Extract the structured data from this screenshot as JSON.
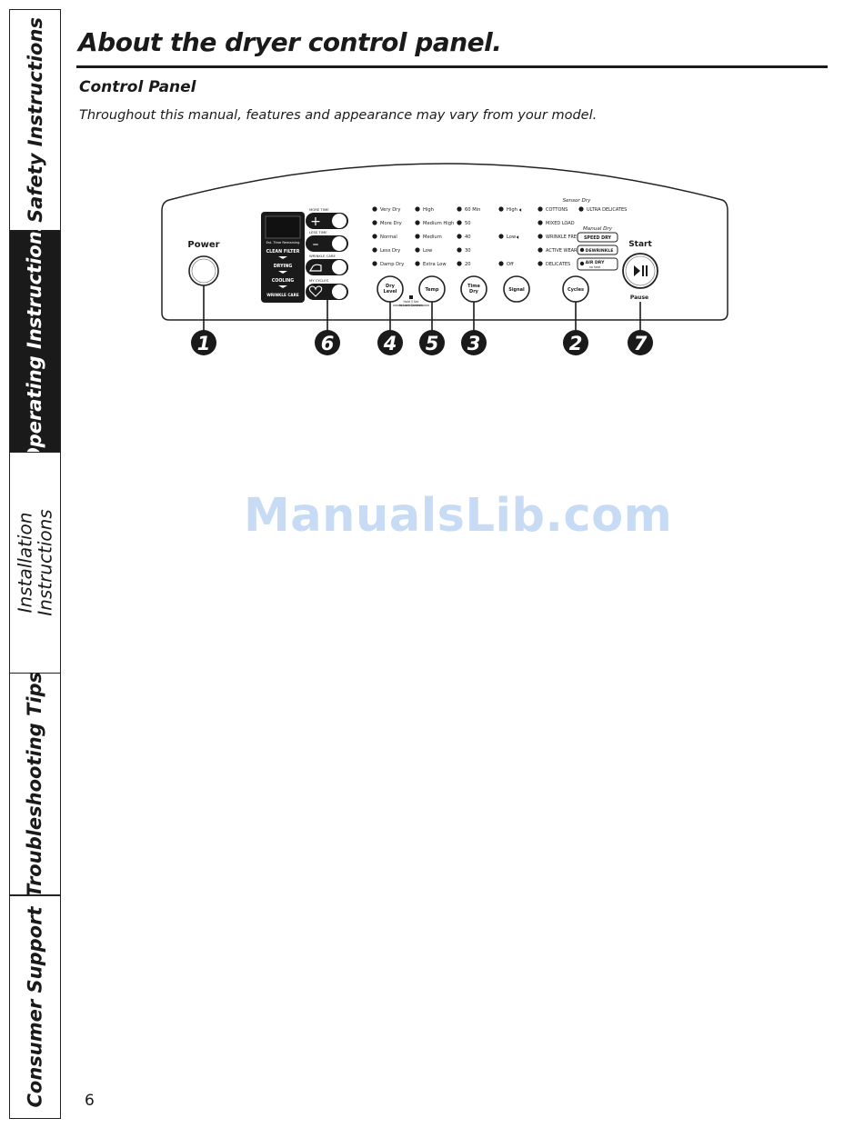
{
  "sidebar": {
    "tabs": [
      {
        "label": "Safety Instructions"
      },
      {
        "label": "Operating Instructions"
      },
      {
        "label_line1": "Installation",
        "label_line2": "Instructions"
      },
      {
        "label": "Troubleshooting Tips"
      },
      {
        "label": "Consumer Support"
      }
    ]
  },
  "page": {
    "title": "About the dryer control panel.",
    "section_title": "Control Panel",
    "note": "Throughout this manual, features and appearance may vary from your model.",
    "page_number": "6",
    "watermark": "ManualsLib.com"
  },
  "panel": {
    "power_label": "Power",
    "display": {
      "readout": "Est. Time Remaining",
      "states": [
        "CLEAN FILTER",
        "DRYING",
        "COOLING",
        "WRINKLE CARE"
      ]
    },
    "side_buttons": [
      {
        "label": "MORE TIME",
        "symbol": "+"
      },
      {
        "label": "LESS TIME",
        "symbol": "–"
      },
      {
        "label": "WRINKLE CARE",
        "symbol": "iron"
      },
      {
        "label": "MY CYCLES",
        "symbol": "heart"
      }
    ],
    "dry_level": [
      "Very Dry",
      "More Dry",
      "Normal",
      "Less Dry",
      "Damp Dry"
    ],
    "temp": [
      "High",
      "Medium High",
      "Medium",
      "Low",
      "Extra Low"
    ],
    "time_dry": [
      "60 Min",
      "50",
      "40",
      "30",
      "20"
    ],
    "signal": [
      "High",
      "Low",
      "Off"
    ],
    "knob_labels": {
      "dry_level": [
        "Dry",
        "Level"
      ],
      "temp": "Temp",
      "time_dry": [
        "Time",
        "Dry"
      ],
      "signal": "Signal",
      "cycles": "Cycles"
    },
    "lock_text": [
      "Hold 3 Sec",
      "to Lock Controls"
    ],
    "sensor_dry_heading": "Sensor Dry",
    "sensor_cycles": [
      "COTTONS",
      "MIXED LOAD",
      "WRINKLE FREE",
      "ACTIVE WEAR",
      "DELICATES"
    ],
    "ultra_delicates": "ULTRA DELICATES",
    "manual_dry_heading": "Manual Dry",
    "manual_cycles": [
      "SPEED DRY",
      "DEWRINKLE",
      "AIR DRY"
    ],
    "air_dry_sub": "no heat",
    "start_label": "Start",
    "pause_label": "Pause"
  },
  "callouts": [
    "1",
    "6",
    "4",
    "5",
    "3",
    "2",
    "7"
  ]
}
